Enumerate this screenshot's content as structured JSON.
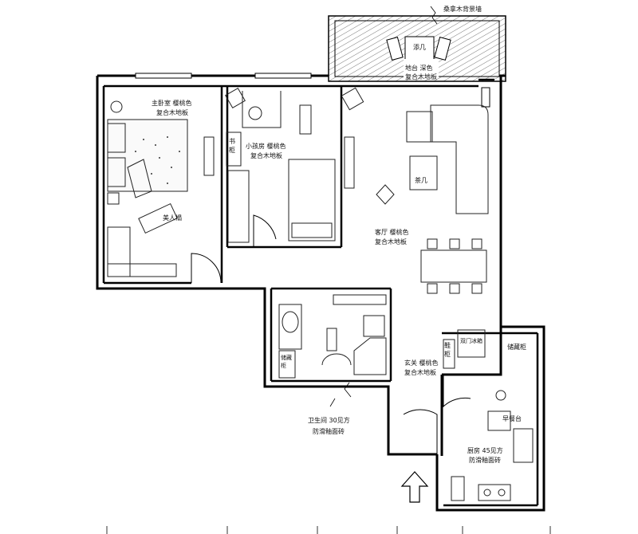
{
  "rooms": {
    "balcony_note": "桑拿木背景墙",
    "table_label": "添几",
    "balcony_line1": "地台  深色",
    "balcony_line2": "复合木地板",
    "master_line1": "主卧室  樱桃色",
    "master_line2": "复合木地板",
    "beauty_chair": "美人榻",
    "kids_line1": "小孩房  樱桃色",
    "kids_line2": "复合木地板",
    "bookcase": "书柜",
    "living_line1": "客厅  樱桃色",
    "living_line2": "复合木地板",
    "coffee_table": "茶几",
    "entrance_line1": "玄关  樱桃色",
    "entrance_line2": "复合木地板",
    "shoe_cabinet": "鞋柜",
    "fridge": "双门冰箱",
    "storage": "储藏柜",
    "breakfast": "早餐台",
    "bath_line1": "卫生间  30见方",
    "bath_line2": "防滑釉面砖",
    "kitchen_line1": "厨房  45见方",
    "kitchen_line2": "防滑釉面砖",
    "bath_cabinet": "储藏柜"
  },
  "colors": {
    "wall": "#000000",
    "furniture": "#333333",
    "background": "#ffffff"
  },
  "icons": [
    "entrance-arrow-icon",
    "compass-icon",
    "ac-unit-icon"
  ]
}
